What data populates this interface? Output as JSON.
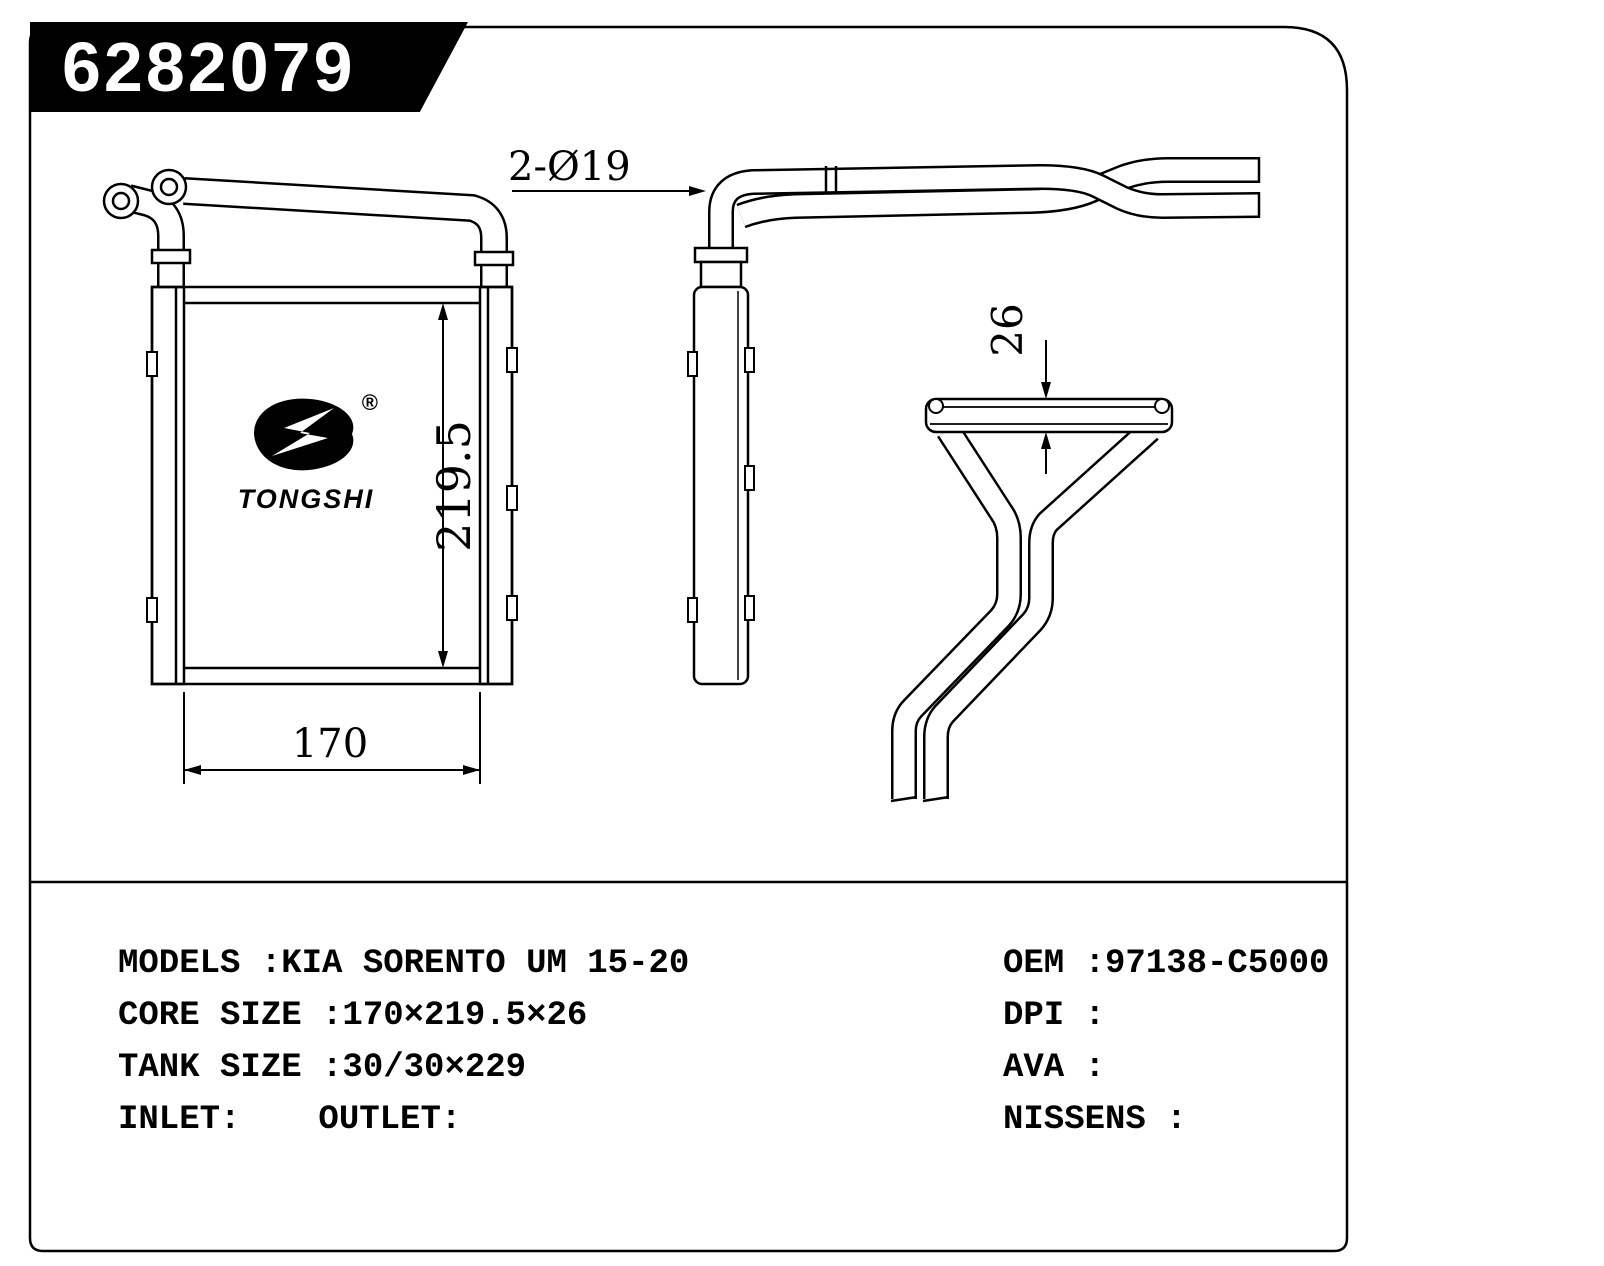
{
  "banner": {
    "part_number": "6282079"
  },
  "logo": {
    "brand": "TONGSHI",
    "registered_mark": "®"
  },
  "dimensions": {
    "core_height": "219.5",
    "core_width": "170",
    "pipe_note": "2-Ø19",
    "core_depth": "26"
  },
  "specs": {
    "models": "MODELS :KIA SORENTO UM 15-20",
    "core_size": "CORE SIZE :170×219.5×26",
    "tank_size": "TANK SIZE :30/30×229",
    "inlet": "INLET:",
    "outlet": "OUTLET:",
    "oem": "OEM :97138-C5000",
    "dpi": "DPI :",
    "ava": "AVA :",
    "nissens": "NISSENS :"
  },
  "colors": {
    "line": "#000000",
    "background": "#ffffff",
    "banner_background": "#000000",
    "banner_text": "#ffffff"
  }
}
